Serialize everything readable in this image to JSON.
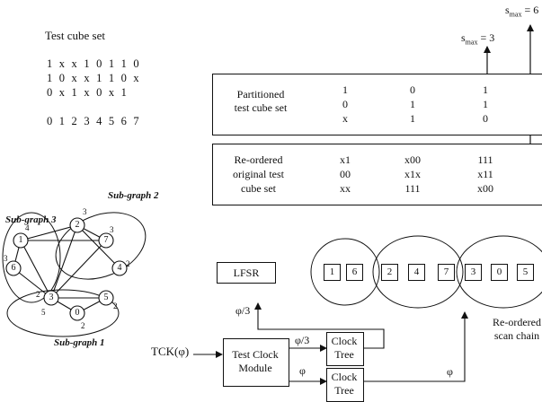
{
  "smax6": "s",
  "smax6_sub": "max",
  "smax6_val": "= 6",
  "smax3": "s",
  "smax3_sub": "max",
  "smax3_val": "= 3",
  "cube_title": "Test cube set",
  "cube_rows": [
    "1 x x 1 0 1 1 0",
    "1 0 x x 1 1 0 x",
    "0 x 1 x 0 x 1"
  ],
  "cube_index": "0 1 2 3 4 5 6 7",
  "partitioned": {
    "label": [
      "Partitioned",
      "test cube set"
    ],
    "cols": [
      [
        "1",
        "0",
        "x"
      ],
      [
        "0",
        "1",
        "1"
      ],
      [
        "1",
        "1",
        "0"
      ]
    ]
  },
  "reordered": {
    "label": [
      "Re-ordered",
      "original test",
      "cube set"
    ],
    "cols": [
      [
        "x1",
        "00",
        "xx"
      ],
      [
        "x00",
        "x1x",
        "111"
      ],
      [
        "111",
        "x11",
        "x00"
      ]
    ]
  },
  "graph": {
    "sub1": "Sub-graph 1",
    "sub2": "Sub-graph 2",
    "sub3": "Sub-graph 3",
    "nodes": [
      "1",
      "2",
      "7",
      "6",
      "4",
      "3",
      "5",
      "0"
    ],
    "weights": [
      "4",
      "3",
      "3",
      "2",
      "3",
      "2",
      "5",
      "2",
      "2"
    ]
  },
  "lfsr": "LFSR",
  "scan_cells": [
    "1",
    "6",
    "2",
    "4",
    "7",
    "3",
    "0",
    "5"
  ],
  "scan_label": [
    "Re-ordered",
    "scan chain"
  ],
  "clock": {
    "tck": "TCK(φ)",
    "module": [
      "Test Clock",
      "Module"
    ],
    "tree": [
      "Clock",
      "Tree"
    ],
    "phi3": "φ/3",
    "phi": "φ"
  }
}
